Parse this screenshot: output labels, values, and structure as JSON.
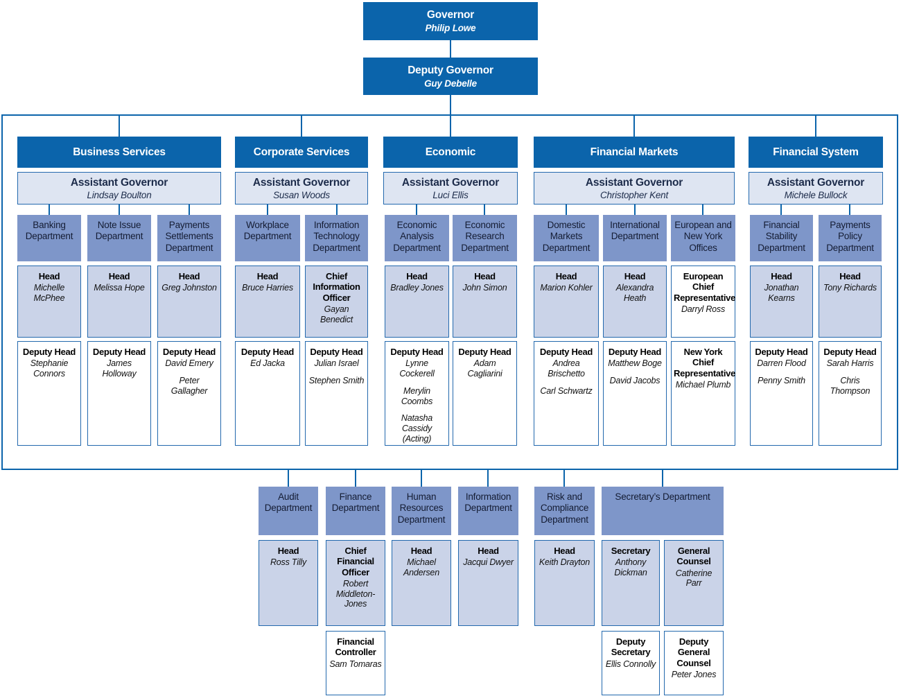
{
  "colors": {
    "header_blue": "#0b64ab",
    "division_blue": "#7e96c9",
    "panel_lavender": "#cad3e8",
    "panel_light": "#dee5f2",
    "border_blue": "#2268ad"
  },
  "governor": {
    "title": "Governor",
    "name": "Philip Lowe"
  },
  "deputy_governor": {
    "title": "Deputy Governor",
    "name": "Guy Debelle"
  },
  "divisions": [
    {
      "label": "Business Services",
      "ag_title": "Assistant Governor",
      "ag_name": "Lindsay Boulton",
      "departments": [
        {
          "label": "Banking Department",
          "leader_title": "Head",
          "leader_names": [
            "Michelle McPhee"
          ],
          "deputy_title": "Deputy Head",
          "deputy_names": [
            "Stephanie Connors"
          ]
        },
        {
          "label": "Note Issue Department",
          "leader_title": "Head",
          "leader_names": [
            "Melissa Hope"
          ],
          "deputy_title": "Deputy Head",
          "deputy_names": [
            "James Holloway"
          ]
        },
        {
          "label": "Payments Settlements Department",
          "leader_title": "Head",
          "leader_names": [
            "Greg Johnston"
          ],
          "deputy_title": "Deputy Head",
          "deputy_names": [
            "David Emery",
            "Peter Gallagher"
          ]
        }
      ]
    },
    {
      "label": "Corporate Services",
      "ag_title": "Assistant Governor",
      "ag_name": "Susan Woods",
      "departments": [
        {
          "label": "Workplace Department",
          "leader_title": "Head",
          "leader_names": [
            "Bruce Harries"
          ],
          "deputy_title": "Deputy Head",
          "deputy_names": [
            "Ed Jacka"
          ]
        },
        {
          "label": "Information Technology Department",
          "leader_title": "Chief Information Officer",
          "leader_names": [
            "Gayan Benedict"
          ],
          "deputy_title": "Deputy Head",
          "deputy_names": [
            "Julian Israel",
            "Stephen Smith"
          ]
        }
      ]
    },
    {
      "label": "Economic",
      "ag_title": "Assistant Governor",
      "ag_name": "Luci Ellis",
      "departments": [
        {
          "label": "Economic Analysis Department",
          "leader_title": "Head",
          "leader_names": [
            "Bradley Jones"
          ],
          "deputy_title": "Deputy Head",
          "deputy_names": [
            "Lynne Cockerell",
            "Merylin Coombs",
            "Natasha Cassidy (Acting)"
          ]
        },
        {
          "label": "Economic Research Department",
          "leader_title": "Head",
          "leader_names": [
            "John Simon"
          ],
          "deputy_title": "Deputy Head",
          "deputy_names": [
            "Adam Cagliarini"
          ]
        }
      ]
    },
    {
      "label": "Financial Markets",
      "ag_title": "Assistant Governor",
      "ag_name": "Christopher Kent",
      "departments": [
        {
          "label": "Domestic Markets Department",
          "leader_title": "Head",
          "leader_names": [
            "Marion Kohler"
          ],
          "deputy_title": "Deputy Head",
          "deputy_names": [
            "Andrea Brischetto",
            "Carl Schwartz"
          ]
        },
        {
          "label": "International Department",
          "leader_title": "Head",
          "leader_names": [
            "Alexandra Heath"
          ],
          "deputy_title": "Deputy Head",
          "deputy_names": [
            "Matthew Boge",
            "David Jacobs"
          ]
        },
        {
          "label": "European and New York Offices",
          "leader_title": "European Chief Representative",
          "leader_names": [
            "Darryl Ross"
          ],
          "deputy_title": "New York Chief Representative",
          "deputy_names": [
            "Michael Plumb"
          ]
        }
      ]
    },
    {
      "label": "Financial System",
      "ag_title": "Assistant Governor",
      "ag_name": "Michele Bullock",
      "departments": [
        {
          "label": "Financial Stability Department",
          "leader_title": "Head",
          "leader_names": [
            "Jonathan Kearns"
          ],
          "deputy_title": "Deputy Head",
          "deputy_names": [
            "Darren Flood",
            "Penny Smith"
          ]
        },
        {
          "label": "Payments Policy Department",
          "leader_title": "Head",
          "leader_names": [
            "Tony Richards"
          ],
          "deputy_title": "Deputy Head",
          "deputy_names": [
            "Sarah Harris",
            "Chris Thompson"
          ]
        }
      ]
    }
  ],
  "central_departments": [
    {
      "label": "Audit Department",
      "leader_title": "Head",
      "leader_names": [
        "Ross Tilly"
      ]
    },
    {
      "label": "Finance Department",
      "leader_title": "Chief Financial Officer",
      "leader_names": [
        "Robert Middleton-Jones"
      ],
      "extra_title": "Financial Controller",
      "extra_names": [
        "Sam Tomaras"
      ]
    },
    {
      "label": "Human Resources Department",
      "leader_title": "Head",
      "leader_names": [
        "Michael Andersen"
      ]
    },
    {
      "label": "Information Department",
      "leader_title": "Head",
      "leader_names": [
        "Jacqui Dwyer"
      ]
    },
    {
      "label": "Risk and Compliance Department",
      "leader_title": "Head",
      "leader_names": [
        "Keith Drayton"
      ]
    },
    {
      "label": "Secretary’s Department",
      "officers": [
        {
          "leader_title": "Secretary",
          "leader_names": [
            "Anthony Dickman"
          ],
          "extra_title": "Deputy Secretary",
          "extra_names": [
            "Ellis Connolly"
          ]
        },
        {
          "leader_title": "General Counsel",
          "leader_names": [
            "Catherine Parr"
          ],
          "extra_title": "Deputy General Counsel",
          "extra_names": [
            "Peter Jones"
          ]
        }
      ]
    }
  ]
}
